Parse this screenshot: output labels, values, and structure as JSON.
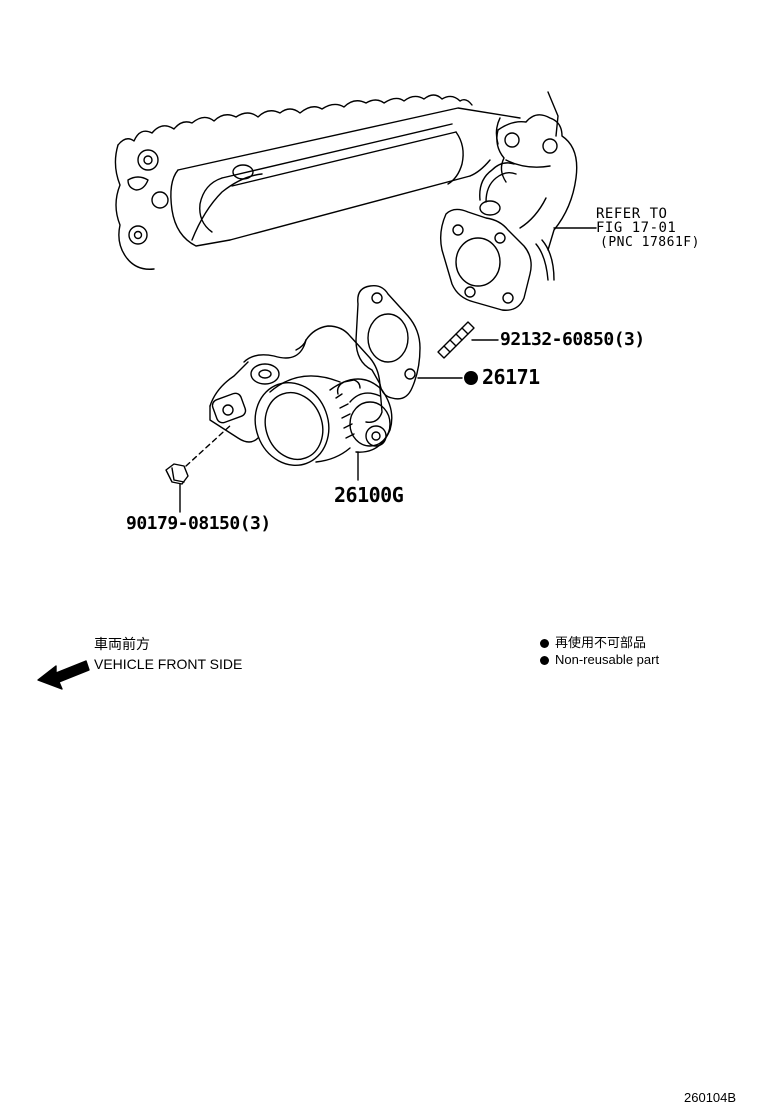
{
  "callouts": {
    "refer_line1": "REFER TO",
    "refer_line2": "FIG 17-01",
    "refer_line3": "(PNC 17861F)",
    "stud_bolt": "92132-60850(3)",
    "gasket": "26171",
    "throttle_body": "26100G",
    "nut": "90179-08150(3)"
  },
  "direction": {
    "jp": "車両前方",
    "en": "VEHICLE FRONT SIDE"
  },
  "legend": {
    "jp": "再使用不可部品",
    "en": "Non-reusable part"
  },
  "footer": {
    "code": "260104B"
  },
  "colors": {
    "ink": "#000000",
    "paper": "#ffffff"
  }
}
